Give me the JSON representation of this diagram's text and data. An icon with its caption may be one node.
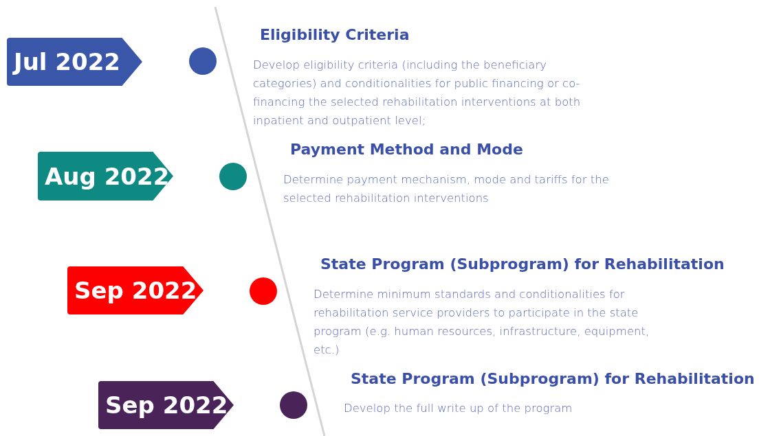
{
  "diagram": {
    "nodes": [
      {
        "text": [
          "Jul 2022"
        ]
      },
      {
        "text": [],
        "shape": "circle"
      },
      {
        "text": [
          "Aug 2022"
        ]
      },
      {
        "text": [],
        "shape": "circle"
      },
      {
        "text": [
          "Sep 2022"
        ]
      },
      {
        "text": [],
        "shape": "circle"
      },
      {
        "text": [
          "Sep 2022"
        ]
      },
      {
        "text": [],
        "shape": "circle"
      }
    ],
    "edges": [],
    "labels": [
      "Eligibility Criteria",
      "Develop eligibility criteria (including the beneficiary categories) and conditionalities for public financing or co-financing the selected rehabilitation interventions at both inpatient and outpatient level;",
      "Payment Method and Mode",
      "Determine payment mechanism, mode and tariffs for the selected rehabilitation interventions",
      "State Program (Subprogram) for Rehabilitation",
      "Determine minimum standards and conditionalities for rehabilitation service providers to participate in the state program (e.g. human resources, infrastructure, equipment, etc.)",
      "State Program (Subprogram) for Rehabilitation",
      "Develop the full write up of the program"
    ]
  }
}
